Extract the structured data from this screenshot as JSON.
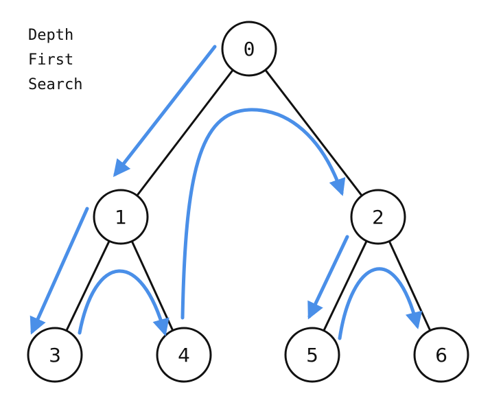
{
  "title": {
    "lines": [
      "Depth",
      "First",
      "Search"
    ]
  },
  "nodes": [
    {
      "id": "0",
      "label": "0"
    },
    {
      "id": "1",
      "label": "1"
    },
    {
      "id": "2",
      "label": "2"
    },
    {
      "id": "3",
      "label": "3"
    },
    {
      "id": "4",
      "label": "4"
    },
    {
      "id": "5",
      "label": "5"
    },
    {
      "id": "6",
      "label": "6"
    }
  ],
  "edges": [
    {
      "from": "0",
      "to": "1"
    },
    {
      "from": "0",
      "to": "2"
    },
    {
      "from": "1",
      "to": "3"
    },
    {
      "from": "1",
      "to": "4"
    },
    {
      "from": "2",
      "to": "5"
    },
    {
      "from": "2",
      "to": "6"
    }
  ],
  "traversal_arrows": [
    {
      "from": "0",
      "to": "1"
    },
    {
      "from": "1",
      "to": "3"
    },
    {
      "from": "3",
      "to": "4"
    },
    {
      "from": "4",
      "to": "2"
    },
    {
      "from": "2",
      "to": "5"
    },
    {
      "from": "5",
      "to": "6"
    }
  ],
  "colors": {
    "arrow": "#4a8fe8",
    "edge": "#111111",
    "node_fill": "#ffffff",
    "node_stroke": "#111111"
  }
}
